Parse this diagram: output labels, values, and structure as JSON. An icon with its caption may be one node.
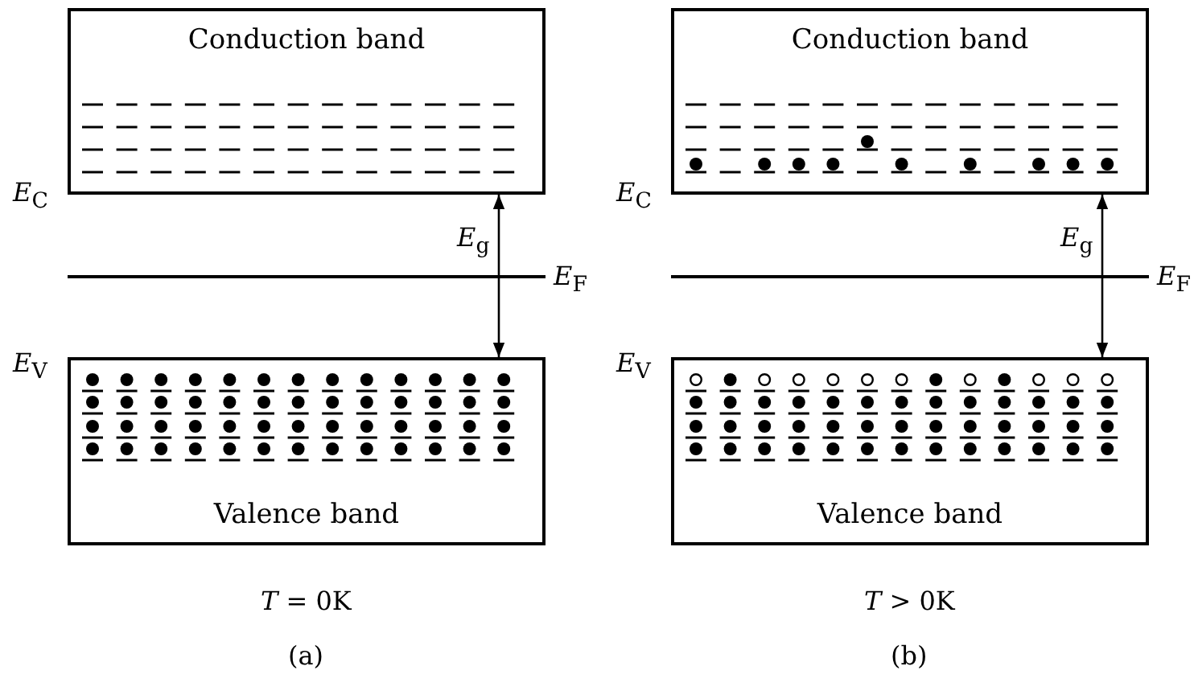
{
  "diagram": {
    "nodes": [
      {
        "text": [
          "Conduction band"
        ]
      },
      {
        "text": [
          "Valence band"
        ]
      },
      {
        "text": [
          "Conduction band"
        ]
      },
      {
        "text": [
          "Valence band"
        ]
      }
    ],
    "edges": [
      {
        "from": 0,
        "to": 1,
        "arrow": "both",
        "label": "*E*$_{g}$"
      },
      {
        "from": 2,
        "to": 3,
        "arrow": "both",
        "label": "*E*$_{g}$"
      }
    ],
    "labels": [
      "*E*$_{C}$",
      "*E*$_{F}$",
      "*E*$_{V}$",
      "*T* = 0K",
      "(a)",
      "*E*$_{C}$",
      "*E*$_{F}$",
      "*E*$_{V}$",
      "*T* > 0K",
      "(b)"
    ]
  }
}
